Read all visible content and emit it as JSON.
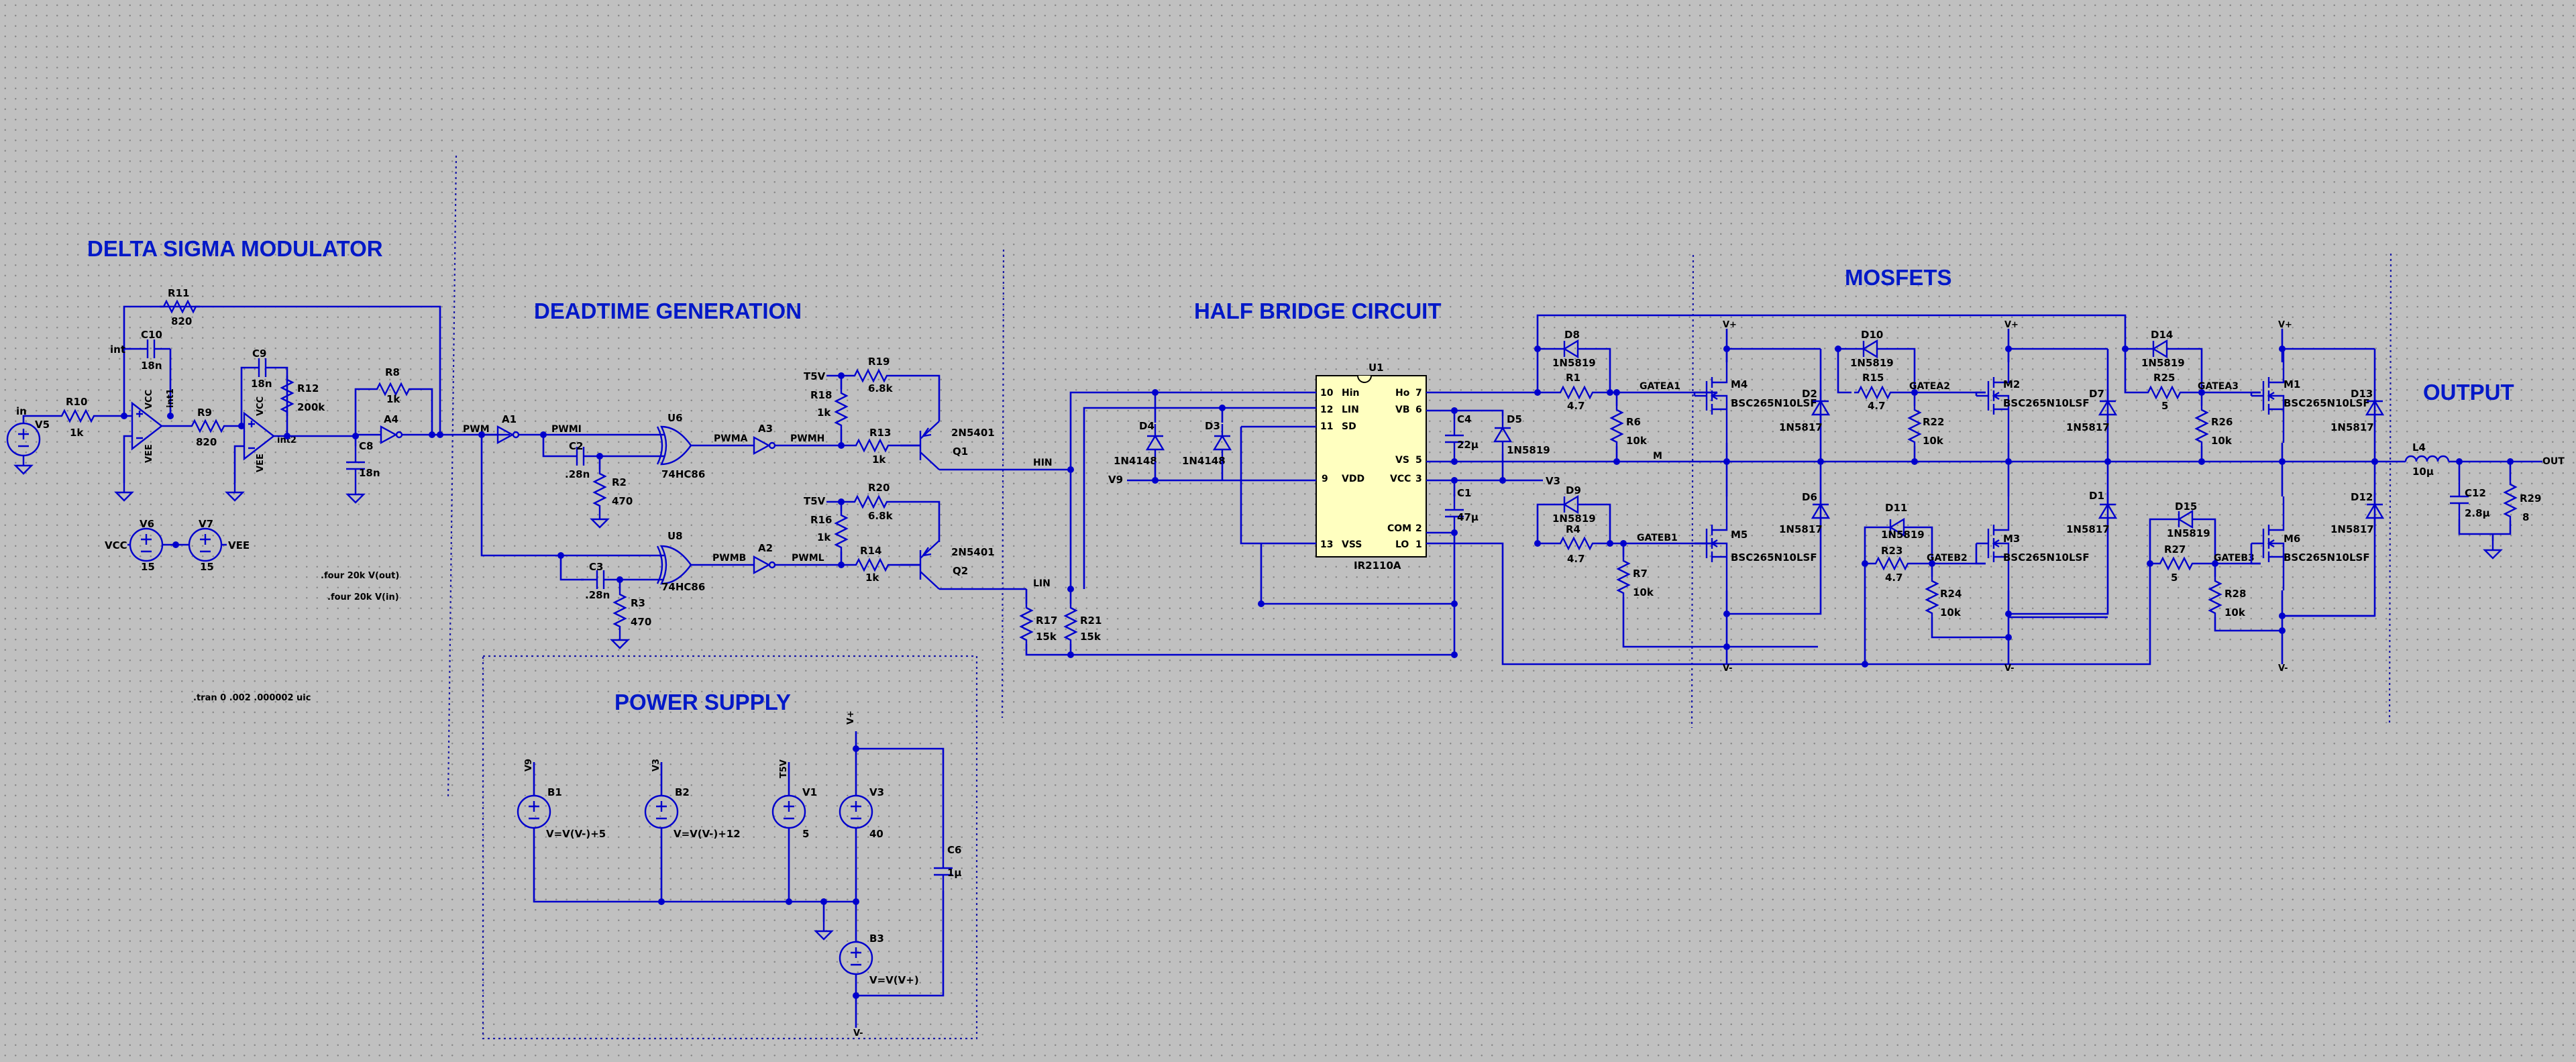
{
  "sections": {
    "delta_sigma": "DELTA SIGMA MODULATOR",
    "deadtime": "DEADTIME GENERATION",
    "half_bridge": "HALF BRIDGE CIRCUIT",
    "mosfets": "MOSFETS",
    "output": "OUTPUT",
    "power_supply": "POWER SUPPLY"
  },
  "directives": {
    "four_out": ".four 20k V(out)",
    "four_in": ".four 20k V(in)",
    "tran": ".tran 0 .002 .000002 uic"
  },
  "dsm": {
    "in_label": "in",
    "V5": "V5",
    "R10": "R10",
    "R10_val": "1k",
    "R11": "R11",
    "R11_val": "820",
    "C10": "C10",
    "C10_val": "18n",
    "int": "int",
    "int1": "int1",
    "R9": "R9",
    "R9_val": "820",
    "C9": "C9",
    "C9_val": "18n",
    "R12": "R12",
    "R12_val": "200k",
    "int2": "int2",
    "R8": "R8",
    "R8_val": "1k",
    "A4": "A4",
    "C8": "C8",
    "C8_val": "18n",
    "vcc": "VCC",
    "vee": "VEE",
    "V6": "V6",
    "V6_val": "15",
    "V7": "V7",
    "V7_val": "15",
    "VCC_net": "VCC",
    "VEE_net": "VEE"
  },
  "deadtime": {
    "PWM": "PWM",
    "A1": "A1",
    "PWMI": "PWMI",
    "C2": "C2",
    "C2_val": ".28n",
    "R2": "R2",
    "R2_val": "470",
    "U6": "U6",
    "U6_part": "74HC86",
    "PWMA": "PWMA",
    "A3": "A3",
    "PWMH": "PWMH",
    "C3": "C3",
    "C3_val": ".28n",
    "R3": "R3",
    "R3_val": "470",
    "U8": "U8",
    "U8_part": "74HC86",
    "PWMB": "PWMB",
    "A2": "A2",
    "PWML": "PWML",
    "T5V": "T5V",
    "R19": "R19",
    "R19_val": "6.8k",
    "R18": "R18",
    "R18_val": "1k",
    "R13": "R13",
    "R13_val": "1k",
    "Q1": "Q1",
    "Q1_part": "2N5401",
    "R20": "R20",
    "R20_val": "6.8k",
    "R16": "R16",
    "R16_val": "1k",
    "R14": "R14",
    "R14_val": "1k",
    "Q2": "Q2",
    "Q2_part": "2N5401",
    "HIN": "HIN",
    "LIN": "LIN"
  },
  "half_bridge": {
    "U1": "U1",
    "U1_part": "IR2110A",
    "pins_left": [
      {
        "num": "10",
        "name": "Hin"
      },
      {
        "num": "12",
        "name": "LIN"
      },
      {
        "num": "11",
        "name": "SD"
      },
      {
        "num": "9",
        "name": "VDD"
      },
      {
        "num": "13",
        "name": "VSS"
      }
    ],
    "pins_right": [
      {
        "num": "7",
        "name": "Ho"
      },
      {
        "num": "6",
        "name": "VB"
      },
      {
        "num": "5",
        "name": "VS"
      },
      {
        "num": "3",
        "name": "VCC"
      },
      {
        "num": "2",
        "name": "COM"
      },
      {
        "num": "1",
        "name": "LO"
      }
    ],
    "D4": "D4",
    "D4_part": "1N4148",
    "D3": "D3",
    "D3_part": "1N4148",
    "V9": "V9",
    "R17": "R17",
    "R17_val": "15k",
    "R21": "R21",
    "R21_val": "15k",
    "C4": "C4",
    "C4_val": "22µ",
    "D5": "D5",
    "D5_part": "1N5819",
    "C1": "C1",
    "C1_val": "47µ",
    "V3": "V3",
    "D8": "D8",
    "D8_part": "1N5819",
    "R1": "R1",
    "R1_val": "4.7",
    "R6": "R6",
    "R6_val": "10k",
    "GATEA1": "GATEA1",
    "M": "M",
    "D9": "D9",
    "D9_part": "1N5819",
    "R4": "R4",
    "R4_val": "4.7",
    "R7": "R7",
    "R7_val": "10k",
    "GATEB1": "GATEB1"
  },
  "mosfets": {
    "part": "BSC265N10LSF",
    "diode": "1N5817",
    "schottky": "1N5819",
    "M4": "M4",
    "M5": "M5",
    "M2": "M2",
    "M3": "M3",
    "M1": "M1",
    "M6": "M6",
    "D2": "D2",
    "D6": "D6",
    "D7": "D7",
    "D1": "D1",
    "D13": "D13",
    "D12": "D12",
    "D10": "D10",
    "D11": "D11",
    "D14": "D14",
    "D15": "D15",
    "R15": "R15",
    "R15_val": "4.7",
    "R22": "R22",
    "R22_val": "10k",
    "GATEA2": "GATEA2",
    "R23": "R23",
    "R23_val": "4.7",
    "R24": "R24",
    "R24_val": "10k",
    "GATEB2": "GATEB2",
    "R25": "R25",
    "R25_val": "5",
    "R26": "R26",
    "R26_val": "10k",
    "GATEA3": "GATEA3",
    "R27": "R27",
    "R27_val": "5",
    "R28": "R28",
    "R28_val": "10k",
    "GATEB3": "GATEB3",
    "vplus": "V+",
    "vminus": "V-"
  },
  "output": {
    "L4": "L4",
    "L4_val": "10µ",
    "C12": "C12",
    "C12_val": "2.8µ",
    "R29": "R29",
    "R29_val": "8",
    "OUT": "OUT"
  },
  "power": {
    "B1": "B1",
    "B1_expr": "V=V(V-)+5",
    "B1_net": "V9",
    "B2": "B2",
    "B2_expr": "V=V(V-)+12",
    "B2_net": "V3",
    "V1": "V1",
    "V1_val": "5",
    "V1_net": "T5V",
    "V3": "V3",
    "V3_val": "40",
    "V3_net": "V+",
    "B3": "B3",
    "B3_expr": "V=V(V+)",
    "B3_net": "V-",
    "C6": "C6",
    "C6_val": "1µ"
  }
}
